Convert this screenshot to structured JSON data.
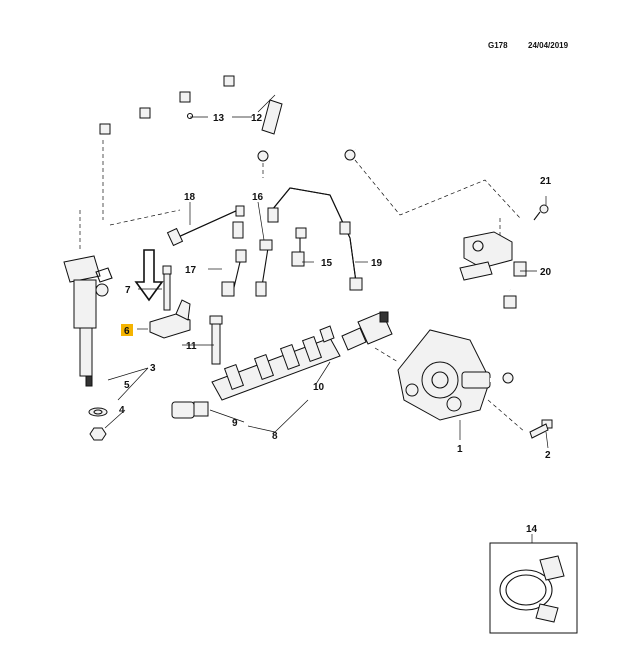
{
  "header": {
    "figure_code": "G178",
    "date": "24/04/2019"
  },
  "callouts": {
    "c1": "1",
    "c2": "2",
    "c3": "3",
    "c4": "4",
    "c5": "5",
    "c6": "6",
    "c7": "7",
    "c8": "8",
    "c9": "9",
    "c10": "10",
    "c11": "11",
    "c12": "12",
    "c13": "13",
    "c14": "14",
    "c15": "15",
    "c16": "16",
    "c17": "17",
    "c18": "18",
    "c19": "19",
    "c20": "20",
    "c21": "21"
  },
  "colors": {
    "highlight": "#f5b400",
    "line": "#111111",
    "background": "#ffffff"
  },
  "icons": {
    "pointer": "down-arrow-icon"
  }
}
